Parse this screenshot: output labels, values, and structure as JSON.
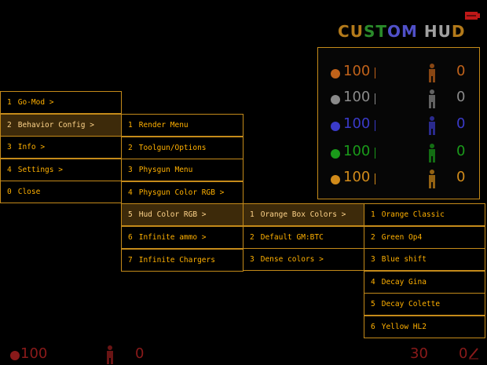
{
  "hud_title": {
    "letters": [
      {
        "ch": "C",
        "color": "#b37a1a"
      },
      {
        "ch": "U",
        "color": "#b37a1a"
      },
      {
        "ch": "S",
        "color": "#2a8a2a"
      },
      {
        "ch": "T",
        "color": "#2a8a2a"
      },
      {
        "ch": "O",
        "color": "#5050c8"
      },
      {
        "ch": "M",
        "color": "#5050c8"
      },
      {
        "ch": " ",
        "color": "#000000"
      },
      {
        "ch": "H",
        "color": "#a0a0a0"
      },
      {
        "ch": "U",
        "color": "#a0a0a0"
      },
      {
        "ch": "D",
        "color": "#b37a1a"
      }
    ]
  },
  "hud_panel": {
    "rows": [
      {
        "health": "100",
        "armor": "0",
        "color": "#c0621a"
      },
      {
        "health": "100",
        "armor": "0",
        "color": "#8a8a8a"
      },
      {
        "health": "100",
        "armor": "0",
        "color": "#3a3ac8"
      },
      {
        "health": "100",
        "armor": "0",
        "color": "#1a9a1a"
      },
      {
        "health": "100",
        "armor": "0",
        "color": "#d08a1a"
      }
    ]
  },
  "menus": {
    "level1": [
      {
        "num": "1",
        "label": "Go-Mod >"
      },
      {
        "num": "2",
        "label": "Behavior Config >"
      },
      {
        "num": "3",
        "label": "Info >"
      },
      {
        "num": "4",
        "label": "Settings >"
      },
      {
        "num": "0",
        "label": "Close"
      }
    ],
    "level2": [
      {
        "num": "1",
        "label": "Render Menu"
      },
      {
        "num": "2",
        "label": "Toolgun/Options"
      },
      {
        "num": "3",
        "label": "Physgun Menu"
      },
      {
        "num": "4",
        "label": "Physgun Color RGB >"
      },
      {
        "num": "5",
        "label": "Hud Color RGB >"
      },
      {
        "num": "6",
        "label": "Infinite ammo >"
      },
      {
        "num": "7",
        "label": "Infinite Chargers"
      }
    ],
    "level3": [
      {
        "num": "1",
        "label": "Orange Box Colors >"
      },
      {
        "num": "2",
        "label": "Default GM:BTC"
      },
      {
        "num": "3",
        "label": "Dense colors >"
      }
    ],
    "level4": [
      {
        "num": "1",
        "label": "Orange Classic"
      },
      {
        "num": "2",
        "label": "Green Op4"
      },
      {
        "num": "3",
        "label": "Blue shift"
      },
      {
        "num": "4",
        "label": "Decay Gina"
      },
      {
        "num": "5",
        "label": "Decay Colette"
      },
      {
        "num": "6",
        "label": "Yellow HL2"
      }
    ]
  },
  "bottom_hud": {
    "health": "100",
    "armor": "0",
    "ammo": "30",
    "ammo_reserve": "0"
  },
  "colors": {
    "accent": "#ffb000",
    "border": "#c48a1a",
    "bottom_red": "#8a1a1a"
  }
}
